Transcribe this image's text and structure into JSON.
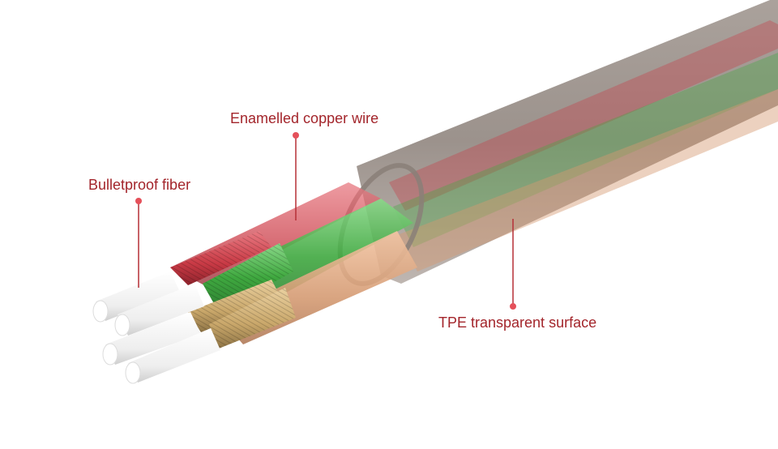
{
  "labels": {
    "copper": "Enamelled copper wire",
    "fiber": "Bulletproof fiber",
    "tpe": "TPE transparent surface"
  },
  "colors": {
    "label_text": "#a3252b",
    "marker_dot": "#e5505a",
    "leader_line": "#b52f36",
    "tube": "#8a7f78",
    "red_core": "#c93a45",
    "green_core": "#3fa83f",
    "copper_core": "#d49a72",
    "gold_core": "#c9a76a",
    "fiber": "#f3f3f3"
  }
}
